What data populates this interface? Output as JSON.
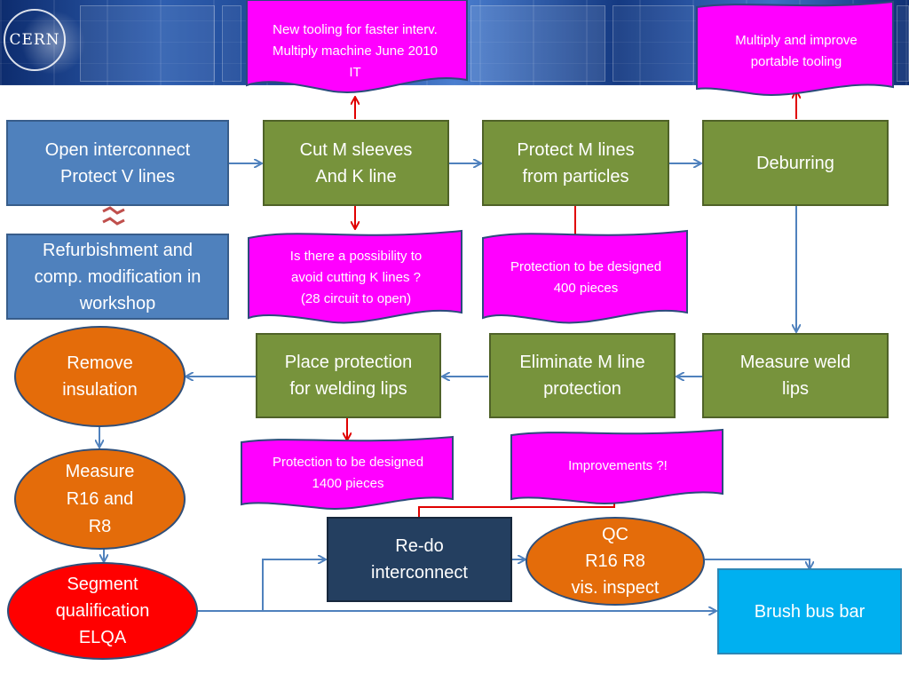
{
  "banner": {
    "logo_text": "CERN"
  },
  "nodes": {
    "open_interconnect": "Open interconnect\nProtect V lines",
    "cut_m_sleeves": "Cut M sleeves\nAnd K line",
    "protect_m_lines": "Protect M lines\nfrom particles",
    "deburring": "Deburring",
    "refurbishment": "Refurbishment and\ncomp. modification in\nworkshop",
    "remove_insulation": "Remove\ninsulation",
    "place_protection": "Place protection\nfor welding lips",
    "eliminate_m_line": "Eliminate M line\nprotection",
    "measure_weld_lips": "Measure weld\nlips",
    "measure_r16_r8": "Measure\nR16 and\nR8",
    "segment_qualification": "Segment\nqualification\nELQA",
    "redo_interconnect": "Re-do\ninterconnect",
    "qc": "QC\nR16 R8\nvis. inspect",
    "brush_bus_bar": "Brush bus bar"
  },
  "notes": {
    "new_tooling": "New tooling for faster interv.\nMultiply machine June 2010\nIT",
    "multiply_tooling": "Multiply and improve\nportable tooling",
    "k_lines_question": "Is there a possibility to\navoid cutting K lines ?\n(28 circuit to open)",
    "protection_400": "Protection to be designed\n400 pieces",
    "protection_1400": "Protection to be designed\n1400 pieces",
    "improvements": "Improvements ?!"
  },
  "colors": {
    "blue_box": "#4f81bd",
    "green_box": "#77933c",
    "navy_box": "#243f60",
    "cyan_box": "#00b0f0",
    "orange_oval": "#e46c0a",
    "red_oval": "#ff0000",
    "note_fill": "#ff00ff",
    "flow_arrow": "#4f81bd",
    "annotation_arrow": "#e00000"
  }
}
